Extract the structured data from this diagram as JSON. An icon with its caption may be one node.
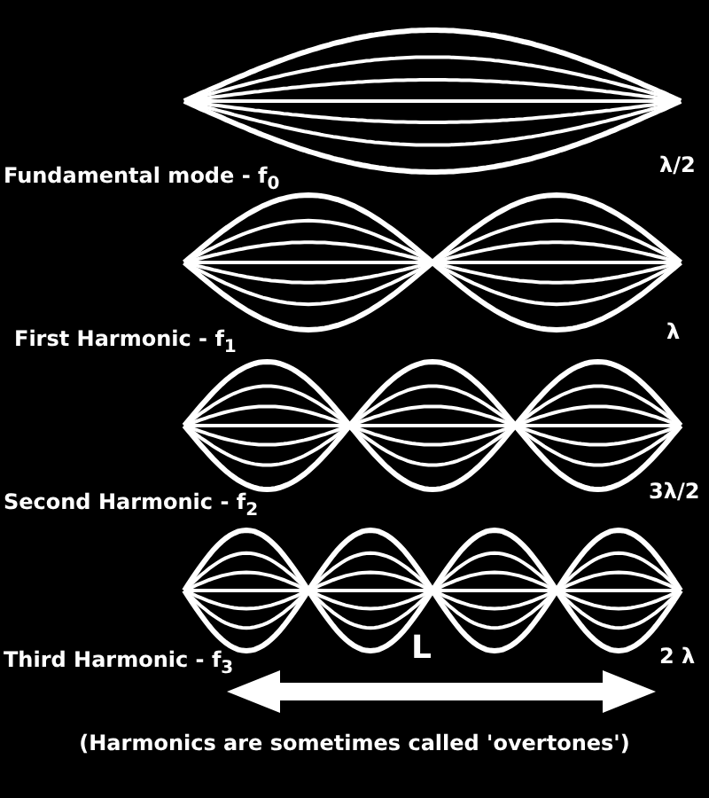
{
  "diagram": {
    "caption": "(Harmonics are sometimes called 'overtones')",
    "labels": [
      "Fundamental mode - f$_{0}$",
      "λ/2",
      "First Harmonic - f$_{1}$",
      "λ",
      "Second Harmonic - f$_{2}$",
      "3λ/2",
      "Third Harmonic - f$_{3}$",
      "L",
      "2 λ"
    ]
  }
}
